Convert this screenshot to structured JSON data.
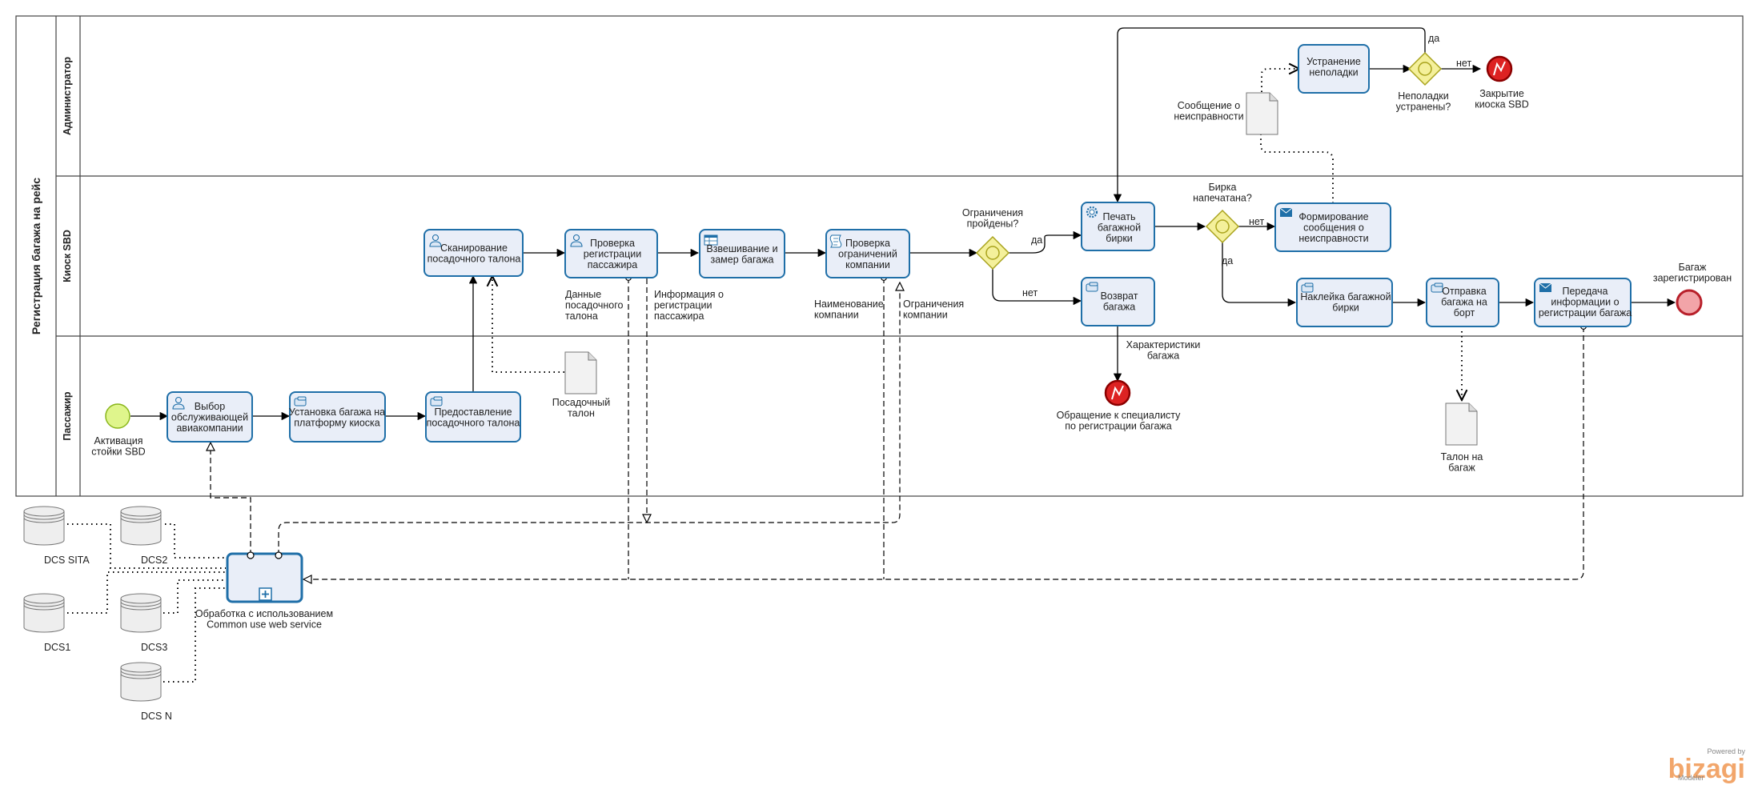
{
  "pool": {
    "title": "Регистрация багажа на рейс"
  },
  "lanes": {
    "admin": "Администратор",
    "kiosk": "Киоск SBD",
    "passenger": "Пассажир"
  },
  "tasks": {
    "select_airline": "Выбор|обслуживающей|авиакомпании",
    "place_bag": "Установка багажа на|платформу киоска",
    "present_pass": "Предоставление|посадочного талона",
    "scan_pass": "Сканирование|посадочного талона",
    "check_registration": "Проверка|регистрации|пассажира",
    "weigh": "Взвешивание и|замер багажа",
    "check_restrictions": "Проверка|ограничений|компании",
    "print_tag": "Печать|багажной|бирки",
    "return_bag": "Возврат|багажа",
    "fault_message": "Формирование|сообщения о|неисправности",
    "attach_tag": "Наклейка багажной|бирки",
    "send_bag": "Отправка|багажа на|борт",
    "transfer_info": "Передача|информации о|регистрации багажа",
    "fix_fault": "Устранение|неполадки",
    "subprocess": "Обработка с использованием|Common use web service"
  },
  "events": {
    "start": "Активация|стойки SBD",
    "end_registered": "Багаж|зарегистрирован",
    "end_specialist": "Обращение к специалисту|по регистрации багажа",
    "end_close": "Закрытие|киоска SBD"
  },
  "gateways": {
    "restrictions": "Ограничения|пройдены?",
    "tag_printed": "Бирка|напечатана?",
    "fault_fixed": "Неполадки|устранены?"
  },
  "flow_labels": {
    "yes": "да",
    "no": "нет"
  },
  "artifacts": {
    "boarding_pass": "Посадочный|талон",
    "bag_tag": "Талон на|багаж",
    "fault_report": "Сообщение о|неисправности",
    "passenger_data": "Данные|посадочного|талона",
    "registration_info": "Информация о|регистрации|пассажира",
    "company_name": "Наименование|компании",
    "company_restrictions": "Ограничения|компании",
    "bag_characteristics": "Характеристики|багажа"
  },
  "datastores": [
    "DCS SITA",
    "DCS2",
    "DCS1",
    "DCS3",
    "DCS N"
  ],
  "branding": {
    "powered": "Powered by",
    "name": "bizagi",
    "product": "Modeler"
  },
  "colors": {
    "task_fill": "#e9eef8",
    "task_stroke": "#1f6fa8",
    "start_fill": "#dff58c",
    "start_stroke": "#8ab61c",
    "gateway_fill": "#f4f09b",
    "gateway_stroke": "#a9a31d",
    "end_error_fill": "#dd2222",
    "end_fill": "#f2a4a8",
    "end_stroke": "#b8202a",
    "brand": "#f2a66b"
  }
}
